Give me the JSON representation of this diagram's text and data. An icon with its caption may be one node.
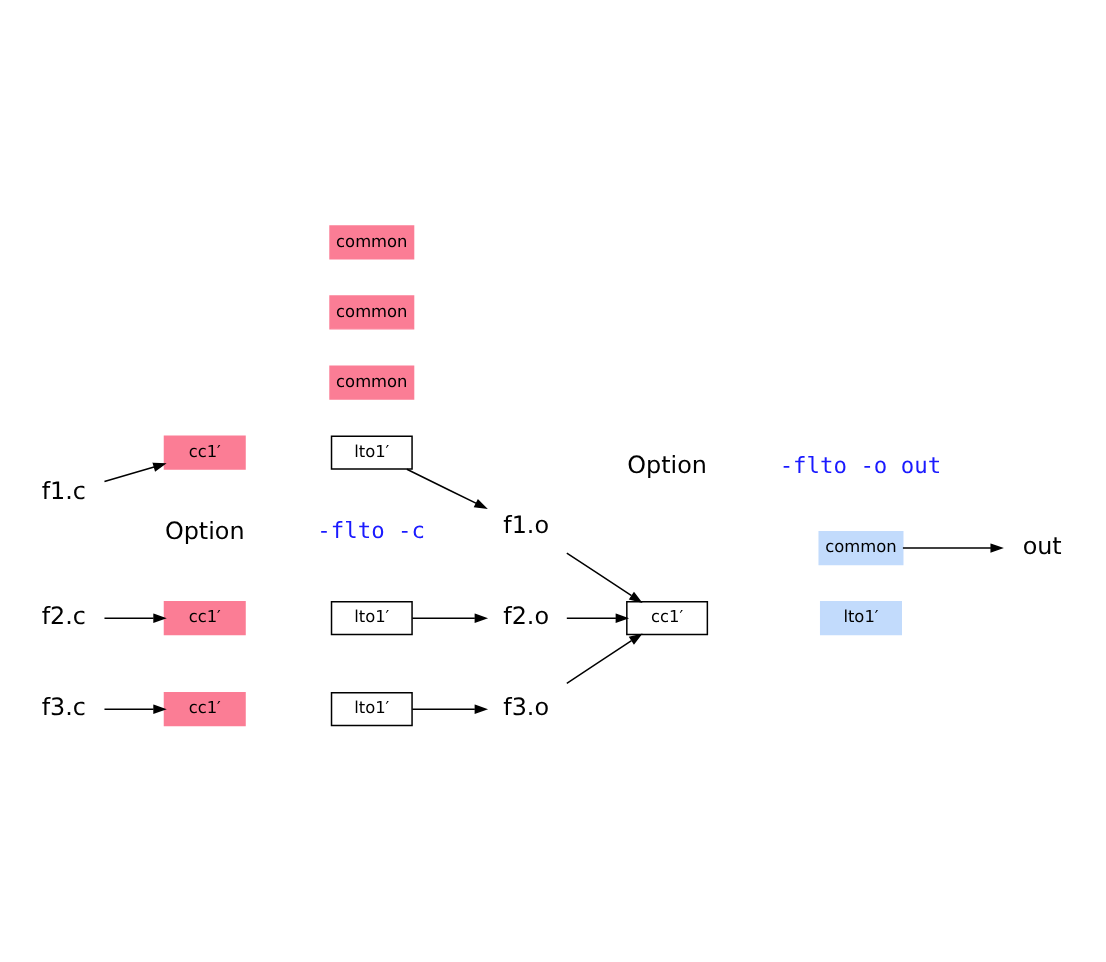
{
  "diagram": {
    "nodes": [
      {
        "text": [
          "f1.c"
        ]
      },
      {
        "text": [
          "cc1′"
        ]
      },
      {
        "text": [
          "lto1′"
        ]
      },
      {
        "text": [
          "common"
        ]
      },
      {
        "text": [
          "f1.o"
        ]
      },
      {
        "text": [
          "f2.c"
        ]
      },
      {
        "text": [
          "cc1′"
        ]
      },
      {
        "text": [
          "lto1′"
        ]
      },
      {
        "text": [
          "common"
        ]
      },
      {
        "text": [
          "f2.o"
        ]
      },
      {
        "text": [
          "f3.c"
        ]
      },
      {
        "text": [
          "cc1′"
        ]
      },
      {
        "text": [
          "lto1′"
        ]
      },
      {
        "text": [
          "common"
        ]
      },
      {
        "text": [
          "f3.o"
        ]
      },
      {
        "text": [
          "cc1′"
        ]
      },
      {
        "text": [
          "lto1′"
        ]
      },
      {
        "text": [
          "common"
        ]
      },
      {
        "text": [
          "out"
        ]
      }
    ],
    "edges": [
      {
        "from": 0,
        "to": 1,
        "arrow": "to"
      },
      {
        "from": 2,
        "to": 4,
        "arrow": "to"
      },
      {
        "from": 5,
        "to": 6,
        "arrow": "to"
      },
      {
        "from": 7,
        "to": 9,
        "arrow": "to"
      },
      {
        "from": 10,
        "to": 11,
        "arrow": "to"
      },
      {
        "from": 12,
        "to": 14,
        "arrow": "to"
      },
      {
        "from": 4,
        "to": 15,
        "arrow": "to"
      },
      {
        "from": 9,
        "to": 15,
        "arrow": "to"
      },
      {
        "from": 14,
        "to": 15,
        "arrow": "to"
      },
      {
        "from": 17,
        "to": 18,
        "arrow": "to"
      }
    ],
    "labels": [
      "Option",
      "-flto -c",
      "Option",
      "-flto -o out"
    ]
  }
}
